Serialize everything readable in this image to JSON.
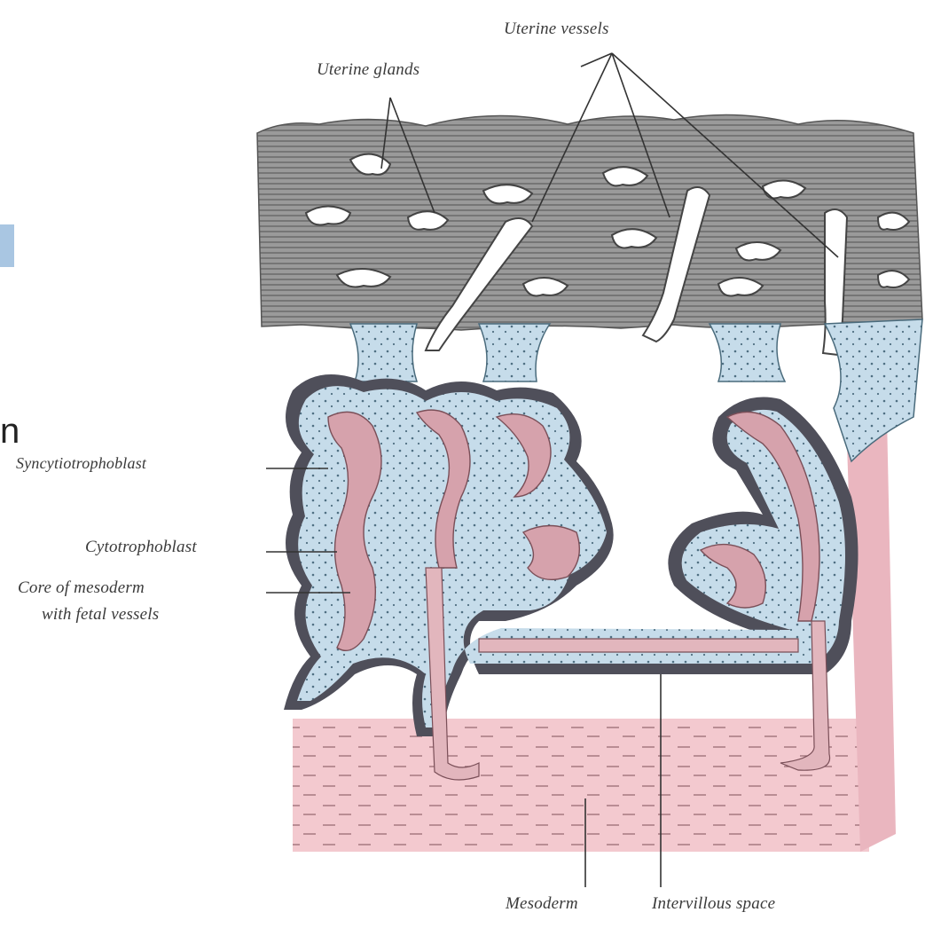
{
  "labels": {
    "uterine_vessels": "Uterine vessels",
    "uterine_glands": "Uterine glands",
    "syncytiotrophoblast": "Syncytiotrophoblast",
    "cytotrophoblast": "Cytotrophoblast",
    "core_line1": "Core of mesoderm",
    "core_line2": "with fetal vessels",
    "mesoderm": "Mesoderm",
    "intervillous_space": "Intervillous space"
  },
  "slide_fragment": "n",
  "colors": {
    "decidua": "#8f8f8f",
    "decidua_line": "#6f6f6f",
    "syncytio": "#5b5b66",
    "cyto": "#bcd6e6",
    "mesoderm": "#f2c4cb",
    "mesoderm_dark": "#d99aa6",
    "core": "#d9aab2",
    "accent": "#a9c6e2"
  }
}
